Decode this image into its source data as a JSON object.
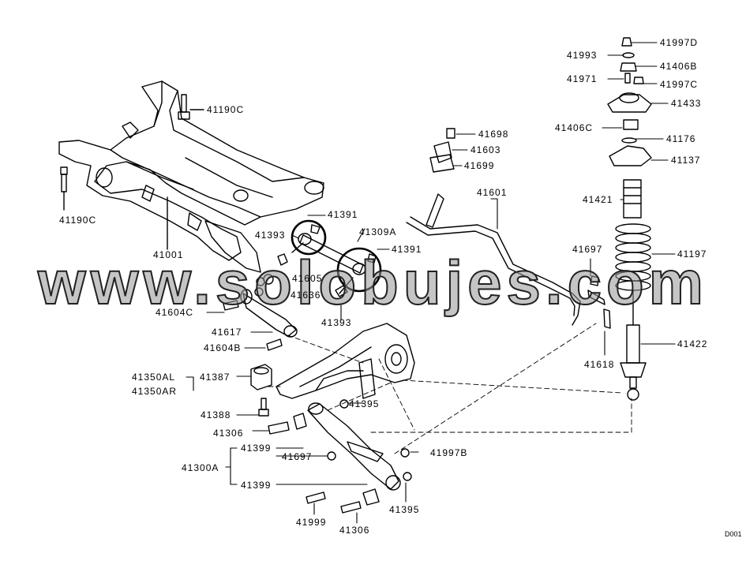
{
  "watermark": "www.solobujes.com",
  "diagram_code": "D001",
  "labels": {
    "p41997D": "41997D",
    "p41993": "41993",
    "p41406B": "41406B",
    "p41971": "41971",
    "p41997C": "41997C",
    "p41433": "41433",
    "p41406C": "41406C",
    "p41176": "41176",
    "p41137": "41137",
    "p41421": "41421",
    "p41197": "41197",
    "p41697a": "41697",
    "p41422": "41422",
    "p41618": "41618",
    "p41698": "41698",
    "p41603": "41603",
    "p41699": "41699",
    "p41601": "41601",
    "p41190C_top": "41190C",
    "p41190C_left": "41190C",
    "p41001": "41001",
    "p41391a": "41391",
    "p41309A": "41309A",
    "p41391b": "41391",
    "p41393a": "41393",
    "p41605": "41605",
    "p41636": "41636",
    "p41393b": "41393",
    "p41604C": "41604C",
    "p41617": "41617",
    "p41604B": "41604B",
    "p41350AL": "41350AL",
    "p41350AR": "41350AR",
    "p41387": "41387",
    "p41388": "41388",
    "p41306a": "41306",
    "p41395a": "41395",
    "p41399a": "41399",
    "p41697b": "41697",
    "p41997B": "41997B",
    "p41300A": "41300A",
    "p41399b": "41399",
    "p41999": "41999",
    "p41306b": "41306",
    "p41395b": "41395"
  }
}
